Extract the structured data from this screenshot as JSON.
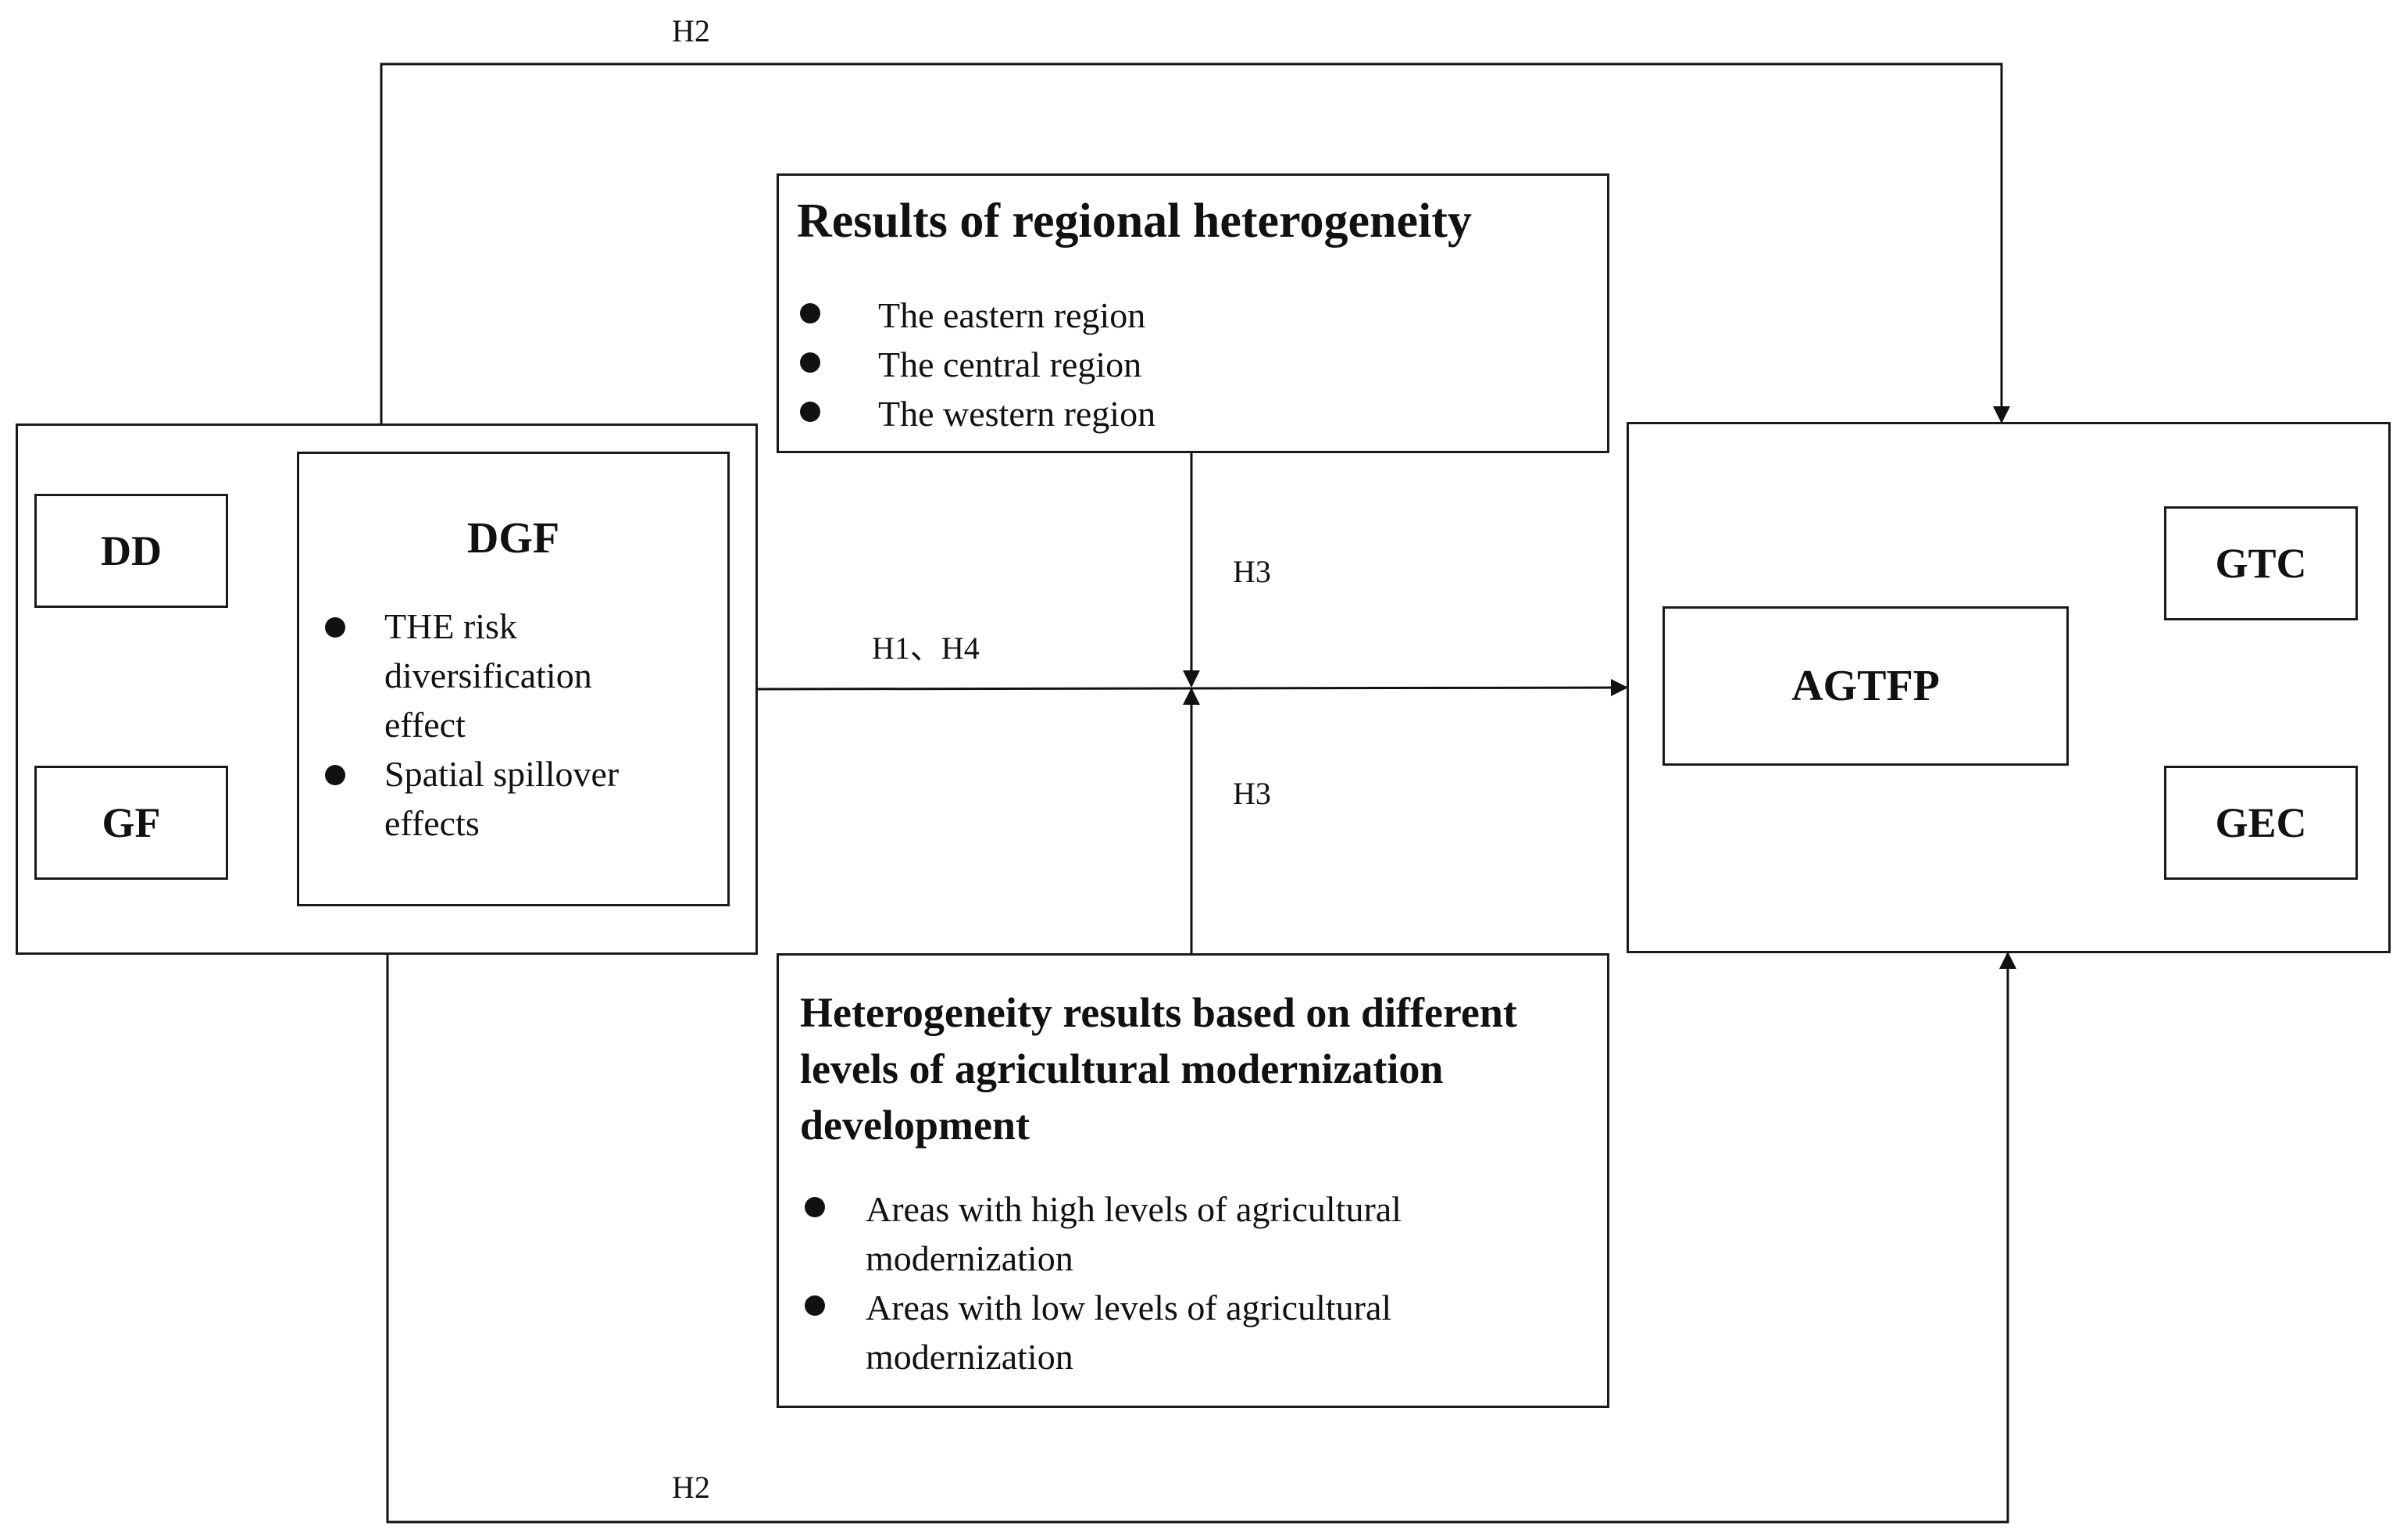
{
  "hypotheses": {
    "h2_top": "H2",
    "h2_bottom": "H2",
    "h3_top": "H3",
    "h3_bottom": "H3",
    "h1_h4": "H1、H4"
  },
  "left_block": {
    "dd": "DD",
    "gf": "GF",
    "dgf": {
      "title": "DGF",
      "items": [
        "THE risk diversification effect",
        "Spatial spillover effects"
      ]
    }
  },
  "regional": {
    "title": "Results of regional heterogeneity",
    "items": [
      "The eastern region",
      "The central region",
      "The western region"
    ]
  },
  "modernization": {
    "title": "Heterogeneity results based on different levels of agricultural modernization development",
    "items": [
      "Areas with high levels of agricultural modernization",
      "Areas with low levels of agricultural modernization"
    ]
  },
  "right_block": {
    "agtfp": "AGTFP",
    "gtc": "GTC",
    "gec": "GEC"
  }
}
